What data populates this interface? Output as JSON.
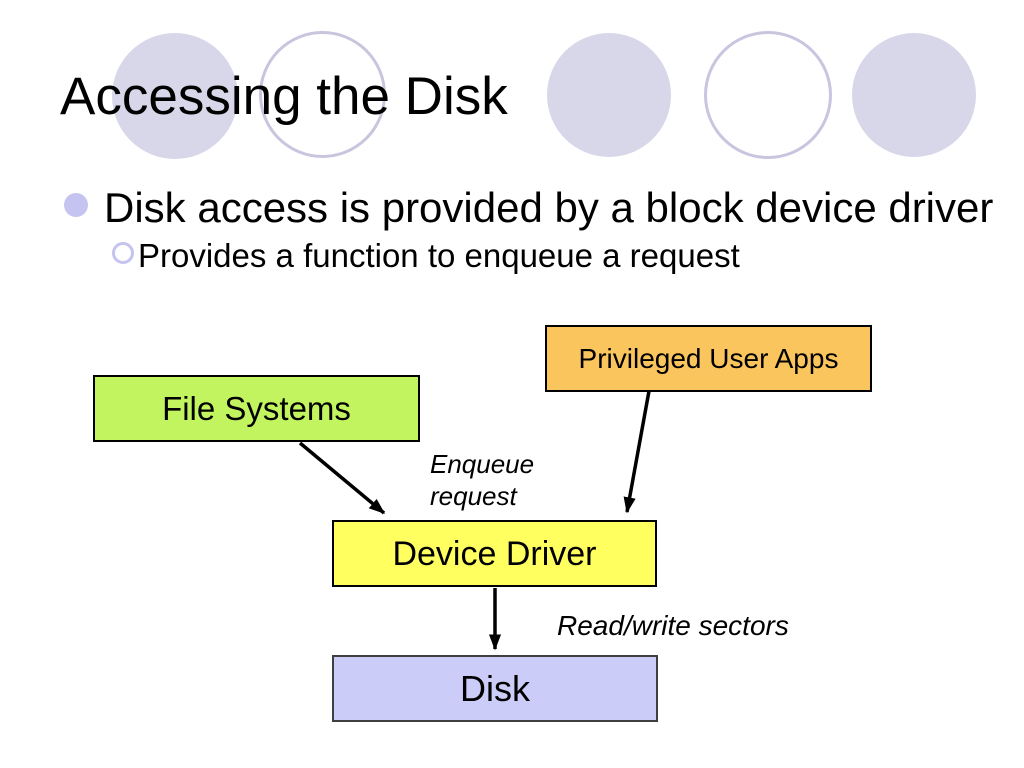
{
  "slide": {
    "title": "Accessing the Disk",
    "bullets": [
      {
        "level": 1,
        "text": "Disk access is provided by a block device driver"
      },
      {
        "level": 2,
        "text": "Provides a function to enqueue a request"
      }
    ]
  },
  "diagram": {
    "nodes": [
      {
        "id": "privileged-user-apps",
        "label": "Privileged User Apps",
        "fill": "#FAC55C"
      },
      {
        "id": "file-systems",
        "label": "File Systems",
        "fill": "#C1F45F"
      },
      {
        "id": "device-driver",
        "label": "Device Driver",
        "fill": "#FFFF60"
      },
      {
        "id": "disk",
        "label": "Disk",
        "fill": "#CCCCF8"
      }
    ],
    "edges": [
      {
        "from": "file-systems",
        "to": "device-driver"
      },
      {
        "from": "privileged-user-apps",
        "to": "device-driver"
      },
      {
        "from": "device-driver",
        "to": "disk"
      }
    ],
    "edge_labels": {
      "enqueue_line1": "Enqueue",
      "enqueue_line2": "request",
      "read_write": "Read/write sectors"
    }
  },
  "colors": {
    "background": "#FFFFFF",
    "decor_circle_fill": "#D8D7EA",
    "decor_circle_outline": "#C8C6DF",
    "bullet_dot": "#C5C4F0",
    "node_privileged_user_apps": "#FAC55C",
    "node_file_systems": "#C1F45F",
    "node_device_driver": "#FFFF60",
    "node_disk": "#CCCCF8",
    "box_border": "#000000",
    "disk_border": "#3F3F3F",
    "text": "#000000",
    "arrow": "#000000"
  }
}
